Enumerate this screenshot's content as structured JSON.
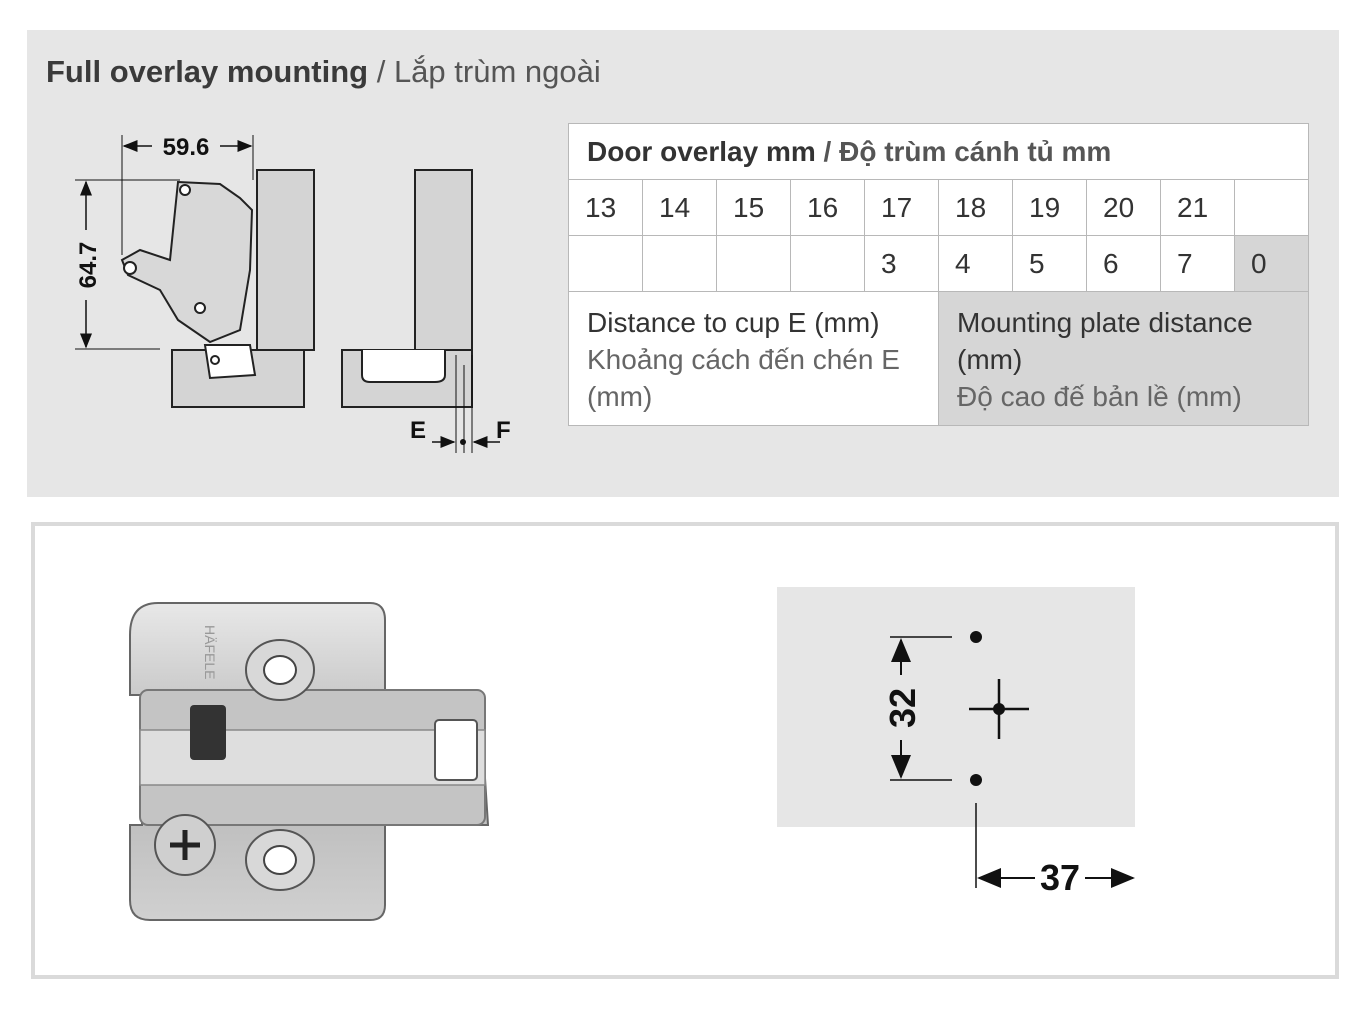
{
  "title": {
    "en": "Full overlay mounting",
    "separator": " / ",
    "vi": "Lắp trùm ngoài"
  },
  "diagram": {
    "width_dim": "59.6",
    "height_dim": "64.7",
    "label_e": "E",
    "label_f": "F"
  },
  "table": {
    "header_en": "Door overlay mm",
    "header_sep": " / ",
    "header_vi": "Độ trùm cánh tủ mm",
    "overlay_values": [
      "13",
      "14",
      "15",
      "16",
      "17",
      "18",
      "19",
      "20",
      "21",
      ""
    ],
    "plate_values": [
      "",
      "",
      "",
      "",
      "3",
      "4",
      "5",
      "6",
      "7",
      "0"
    ],
    "cup_en": "Distance to cup E (mm)",
    "cup_vi": "Khoảng cách đến chén E (mm)",
    "plate_en": "Mounting plate distance (mm)",
    "plate_vi": "Độ cao đế bản lề (mm)"
  },
  "product": {
    "brand_stamp": "HÄFELE"
  },
  "drilling": {
    "vertical_dim": "32",
    "horizontal_dim": "37"
  },
  "colors": {
    "panel_bg": "#e6e6e6",
    "highlight_cell": "#d6d6d6",
    "border": "#b8b8b8"
  }
}
